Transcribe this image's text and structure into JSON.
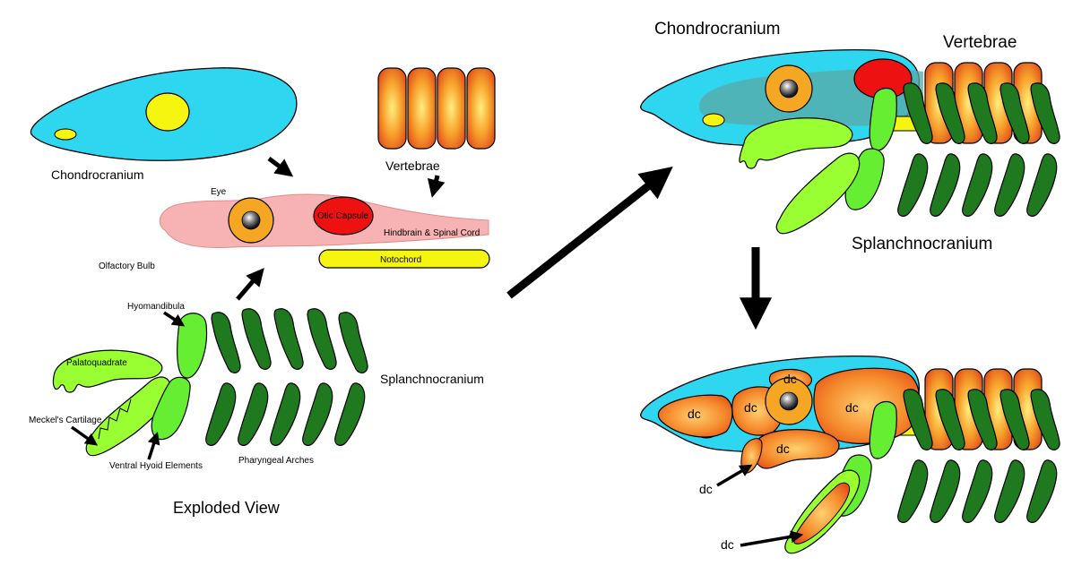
{
  "colors": {
    "chondro": "#2fd6f0",
    "brain": "#f7b3b3",
    "capsule": "#ee1111",
    "notochord": "#f5f50f",
    "eye_ring": "#f5a623",
    "hyoid": "#66ee33",
    "palato": "#99ff33",
    "arch": "#1f7a1f",
    "vert_edge": "#e2541c",
    "vert_core": "#ffe066",
    "outline": "#000000"
  },
  "exploded": {
    "chondrocranium": "Chondrocranium",
    "vertebrae": "Vertebrae",
    "eye": "Eye",
    "otic_capsule": "Otic Capsule",
    "hindbrain": "Hindbrain & Spinal Cord",
    "notochord": "Notochord",
    "olfactory_bulb": "Olfactory Bulb",
    "hyomandibula": "Hyomandibula",
    "palatoquadrate": "Palatoquadrate",
    "meckels": "Meckel's Cartilage",
    "ventral_hyoid": "Ventral Hyoid Elements",
    "pharyngeal": "Pharyngeal Arches",
    "splanchnocranium": "Splanchnocranium",
    "caption": "Exploded View"
  },
  "assembled": {
    "chondrocranium": "Chondrocranium",
    "vertebrae": "Vertebrae",
    "splanchnocranium": "Splanchnocranium"
  },
  "ossified": {
    "dc": [
      "dc",
      "dc",
      "dc",
      "dc",
      "dc",
      "dc",
      "dc"
    ]
  }
}
